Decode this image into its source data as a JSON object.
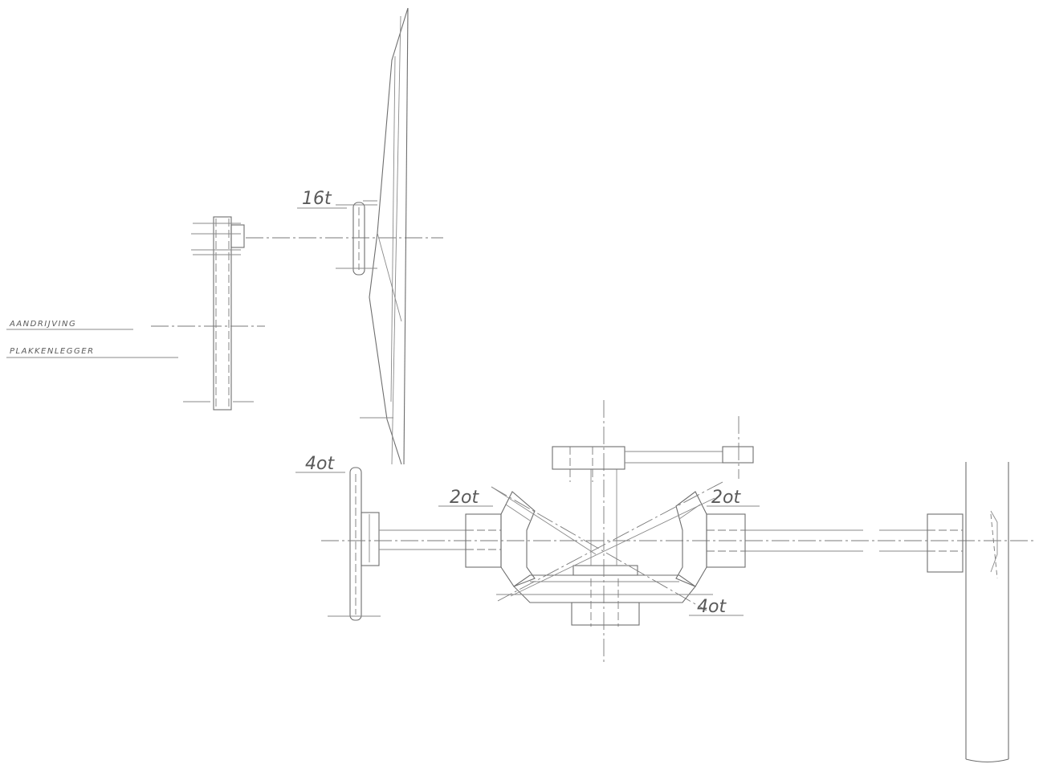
{
  "labels": {
    "teeth_16": "16t",
    "teeth_40_left": "4ot",
    "teeth_20_left": "2ot",
    "teeth_20_right": "2ot",
    "teeth_40_bottom": "4ot",
    "caption_line1": "AANDRIJVING",
    "caption_line2": "PLAKKENLEGGER"
  }
}
